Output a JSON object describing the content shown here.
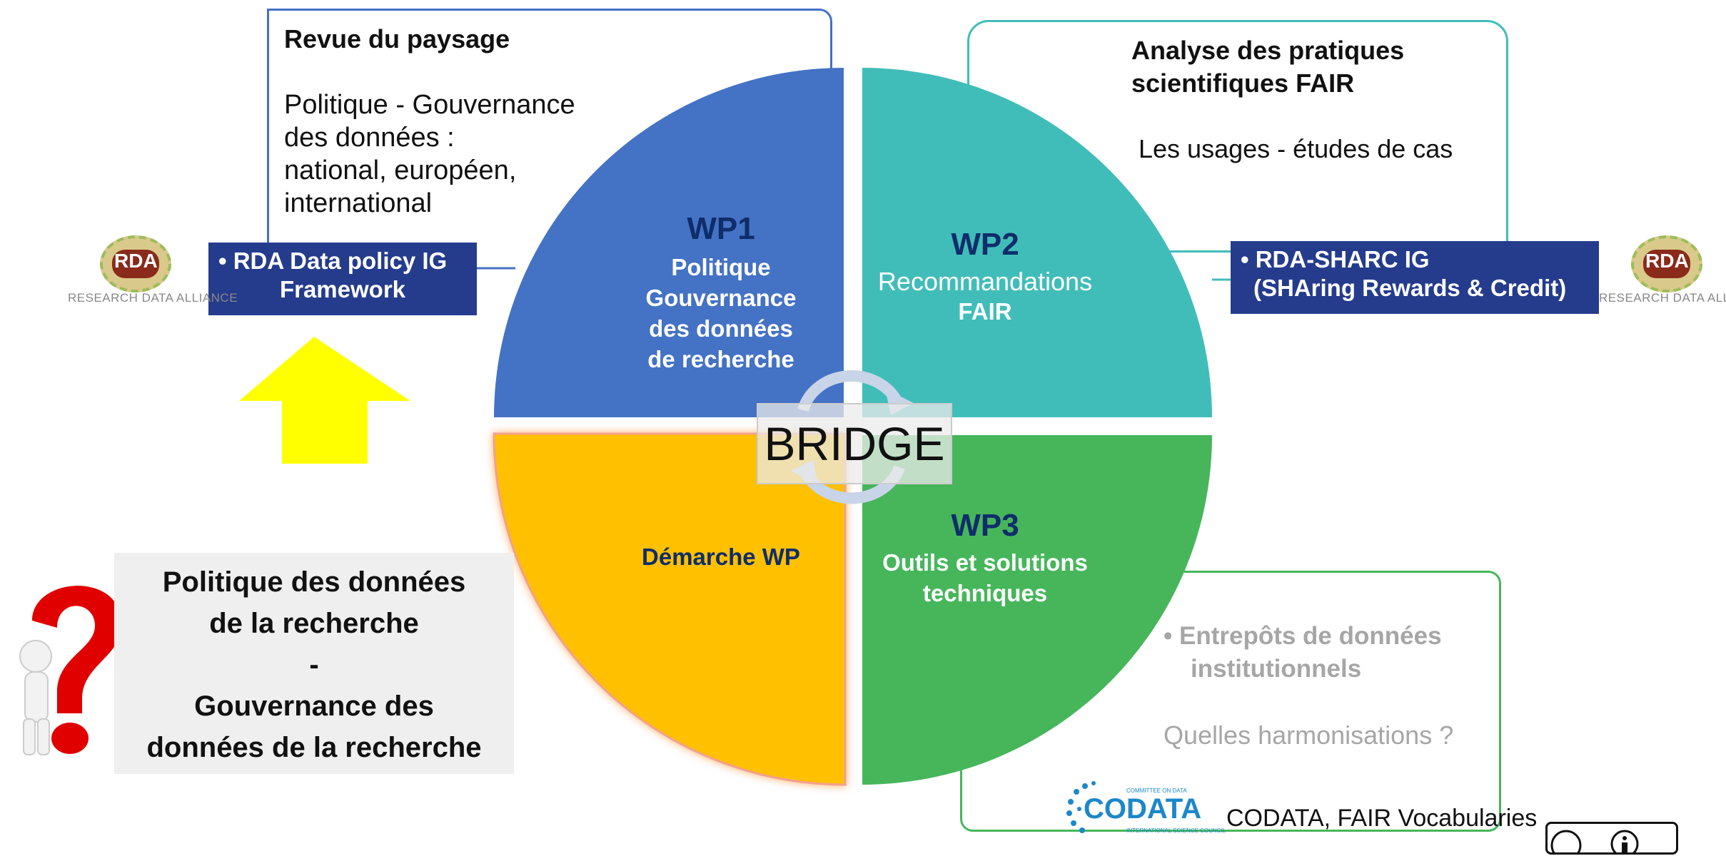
{
  "colors": {
    "wp1_blue": "#4472C4",
    "wp2_teal": "#41BDB9",
    "wp3_green": "#47B65B",
    "demarche_yellow": "#FFC000",
    "navy_label": "#253C8D",
    "arrow_yellow": "#FFFF00",
    "wp_title_navy": "#0F2D6B",
    "question_red": "#E00000"
  },
  "top_left_box": {
    "title": "Revue du paysage",
    "body": [
      "Politique - Gouvernance",
      "des données :",
      "national, européen,",
      "international"
    ]
  },
  "top_right_box": {
    "title_line1": "Analyse des pratiques",
    "title_line2": "scientifiques FAIR",
    "body": "Les usages  - études de cas"
  },
  "left_label": {
    "line1": "• RDA Data policy IG",
    "line2": "Framework"
  },
  "right_label": {
    "line1": "• RDA-SHARC IG",
    "line2": "(SHAring Rewards & Credit)"
  },
  "rda_logo": {
    "mark": "RDA",
    "left_caption": "RESEARCH DATA ALLIANCE",
    "right_caption": "RESEARCH DATA ALLIANCE"
  },
  "wp1": {
    "title": "WP1",
    "lines": [
      "Politique",
      "Gouvernance",
      "des données",
      "de recherche"
    ]
  },
  "wp2": {
    "title": "WP2",
    "line1": "Recommandations",
    "line2": "FAIR"
  },
  "wp3": {
    "title": "WP3",
    "line1": "Outils et solutions",
    "line2": "techniques"
  },
  "demarche": {
    "label": "Démarche WP"
  },
  "bridge": {
    "label": "BRIDGE"
  },
  "question": {
    "lines": [
      "Politique des données",
      "de la recherche",
      "-",
      "Gouvernance des",
      "données de la recherche"
    ]
  },
  "bottom_right_box": {
    "bullet_line1": "• Entrepôts de données",
    "bullet_line2": "institutionnels",
    "question": "Quelles harmonisations ?"
  },
  "codata": {
    "logo_text": "CODATA",
    "logo_small_top": "COMMITTEE ON DATA",
    "logo_small_bottom": "INTERNATIONAL SCIENCE COUNCIL",
    "caption": "CODATA, FAIR Vocabularies"
  }
}
